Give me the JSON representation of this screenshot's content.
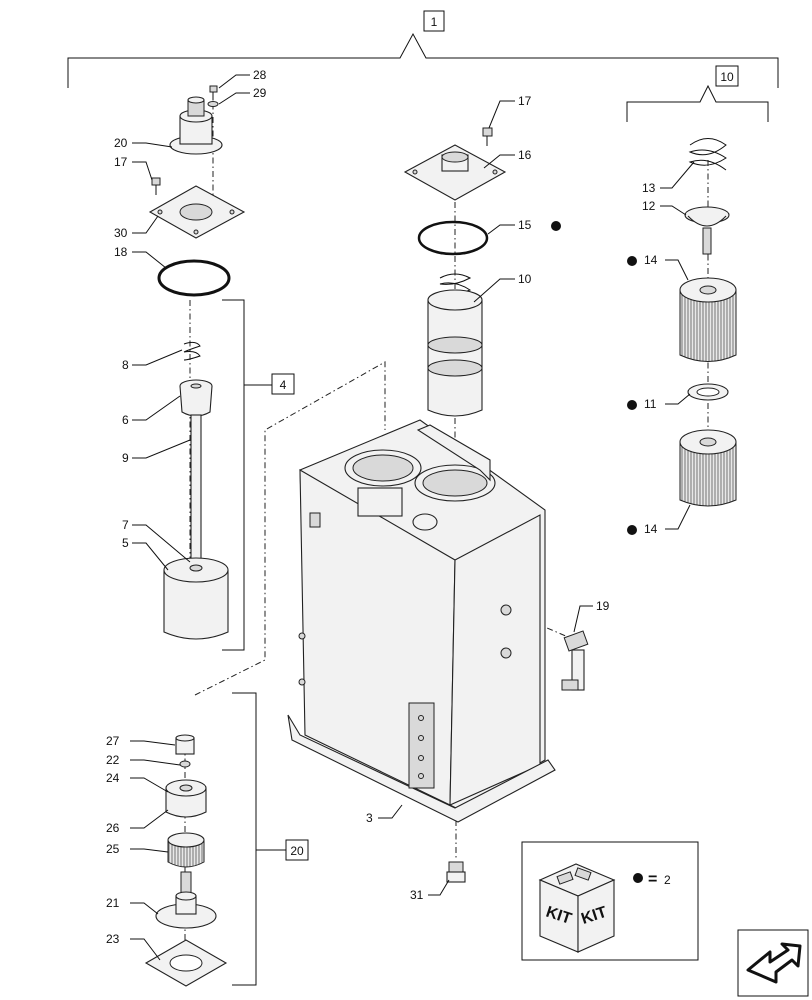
{
  "groups": [
    {
      "label": "1"
    },
    {
      "label": "10"
    },
    {
      "label": "4"
    },
    {
      "label": "20"
    }
  ],
  "callouts": {
    "c28": "28",
    "c29": "29",
    "c20": "20",
    "c17a": "17",
    "c30": "30",
    "c18": "18",
    "c8": "8",
    "c6": "6",
    "c9": "9",
    "c7": "7",
    "c5": "5",
    "c17b": "17",
    "c16": "16",
    "c15": "15",
    "c10": "10",
    "c13": "13",
    "c12": "12",
    "c14a": "14",
    "c11": "11",
    "c14b": "14",
    "c19": "19",
    "c3": "3",
    "c31": "31",
    "c27": "27",
    "c22": "22",
    "c24": "24",
    "c26": "26",
    "c25": "25",
    "c21": "21",
    "c23": "23"
  },
  "kit": {
    "word1": "KIT",
    "word2": "KIT",
    "legend_eq": "=",
    "legend_qty": "2"
  },
  "nav": {
    "icon": "next-arrow-icon"
  }
}
